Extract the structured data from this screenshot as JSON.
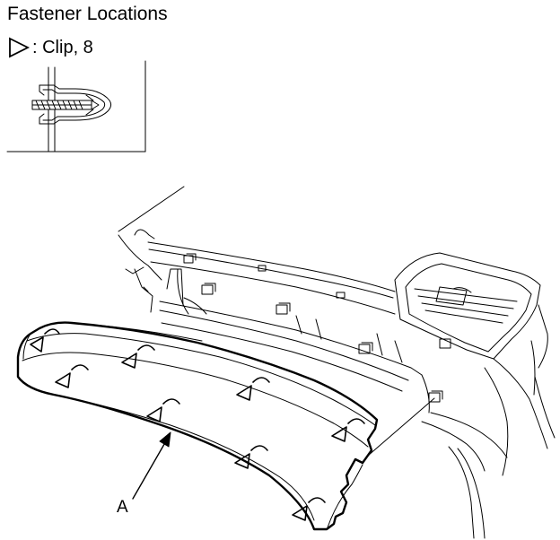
{
  "title": "Fastener Locations",
  "legend": {
    "symbol": "clip-triangle-icon",
    "text": ": Clip, 8"
  },
  "callout": {
    "label": "A"
  }
}
